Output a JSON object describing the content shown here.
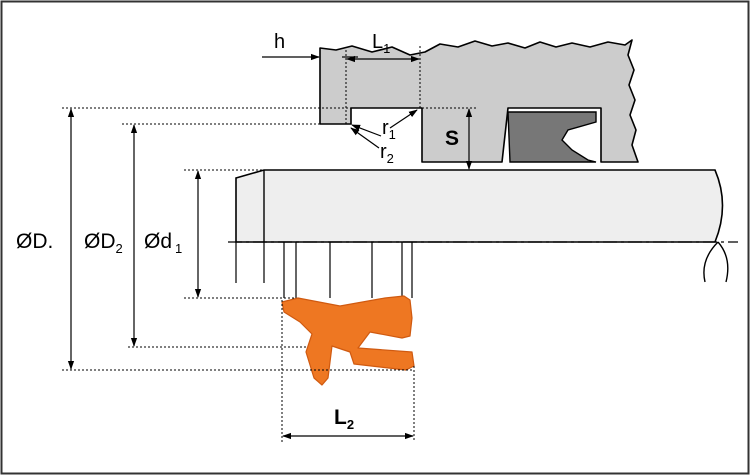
{
  "labels": {
    "h": "h",
    "L1_main": "L",
    "L1_sub": "1",
    "r1_main": "r",
    "r1_sub": "1",
    "r2_main": "r",
    "r2_sub": "2",
    "S": "S",
    "OD": "ØD.",
    "OD2_main": "ØD",
    "OD2_sub": "2",
    "Od1_main": "Ød",
    "Od1_sub": "1",
    "L2_main": "L",
    "L2_sub": "2"
  },
  "colors": {
    "housing": "#cccccc",
    "rod": "#eeeeee",
    "seal_profile": "#ee7722",
    "seal_section_housing": "#777777",
    "line": "#000000",
    "frame": "#333333"
  }
}
